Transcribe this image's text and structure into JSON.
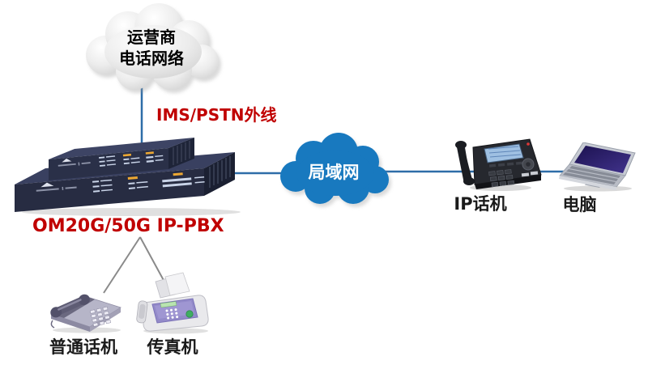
{
  "diagram": {
    "carrier_cloud": {
      "line1": "运营商",
      "line2": "电话网络"
    },
    "trunk_line_label": "IMS/PSTN外线",
    "pbx_label": "OM20G/50G IP-PBX",
    "lan_cloud_label": "局域网",
    "ip_phone_label": "IP话机",
    "computer_label": "电脑",
    "analog_phone_label": "普通话机",
    "fax_label": "传真机"
  },
  "colors": {
    "accent_red": "#c00000",
    "lan_cloud_blue": "#1879bf",
    "connector_blue": "#2e6da8",
    "connector_gray": "#8a8a8a",
    "pbx_navy": "#272c42",
    "carrier_cloud_gray": "#d8d8d8"
  }
}
